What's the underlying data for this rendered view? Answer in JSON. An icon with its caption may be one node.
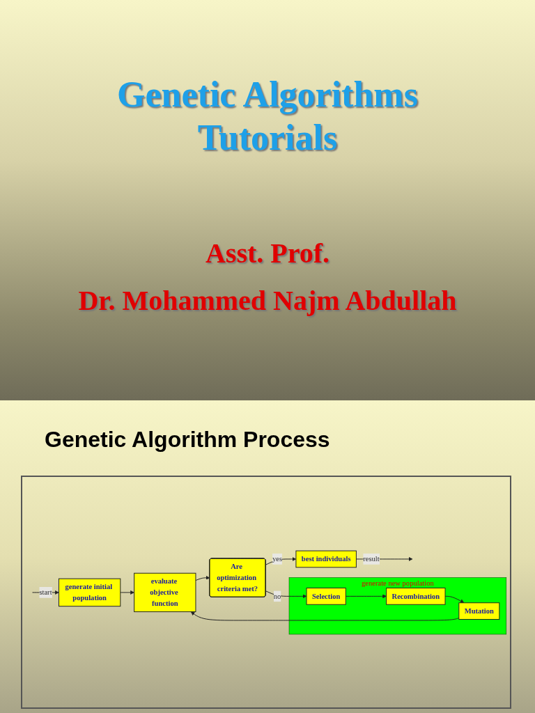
{
  "diagram": {
    "title": "Genetic Algorithms Tutorials",
    "nodes": [
      {
        "text": [
          "generate initial population"
        ]
      },
      {
        "text": [
          "evaluate objective function"
        ]
      },
      {
        "text": [
          "Are optimization criteria met?"
        ]
      },
      {
        "text": [
          "best individuals"
        ]
      },
      {
        "text": [
          "generate new population"
        ]
      },
      {
        "text": [
          "Selection"
        ],
        "in": 4
      },
      {
        "text": [
          "Recombination"
        ],
        "in": 4
      },
      {
        "text": [
          "Mutation"
        ],
        "in": 4
      }
    ],
    "edges": [
      {
        "from": null,
        "to": 0,
        "arrow": "to",
        "label": "start"
      },
      {
        "from": 0,
        "to": 1,
        "arrow": "to"
      },
      {
        "from": 1,
        "to": 2,
        "arrow": "to"
      },
      {
        "from": 2,
        "to": 3,
        "arrow": "to",
        "label": "yes"
      },
      {
        "from": 2,
        "to": 5,
        "arrow": "to",
        "label": "no"
      },
      {
        "from": 5,
        "to": 6,
        "arrow": "to"
      },
      {
        "from": 6,
        "to": 7,
        "arrow": "to"
      },
      {
        "from": 7,
        "to": 1,
        "arrow": "to"
      },
      {
        "from": 3,
        "to": null,
        "arrow": "to",
        "label": "result"
      }
    ],
    "labels": [
      "Asst. Prof.",
      "Dr. Mohammed Najm Abdullah",
      "Genetic Algorithm Process"
    ]
  }
}
